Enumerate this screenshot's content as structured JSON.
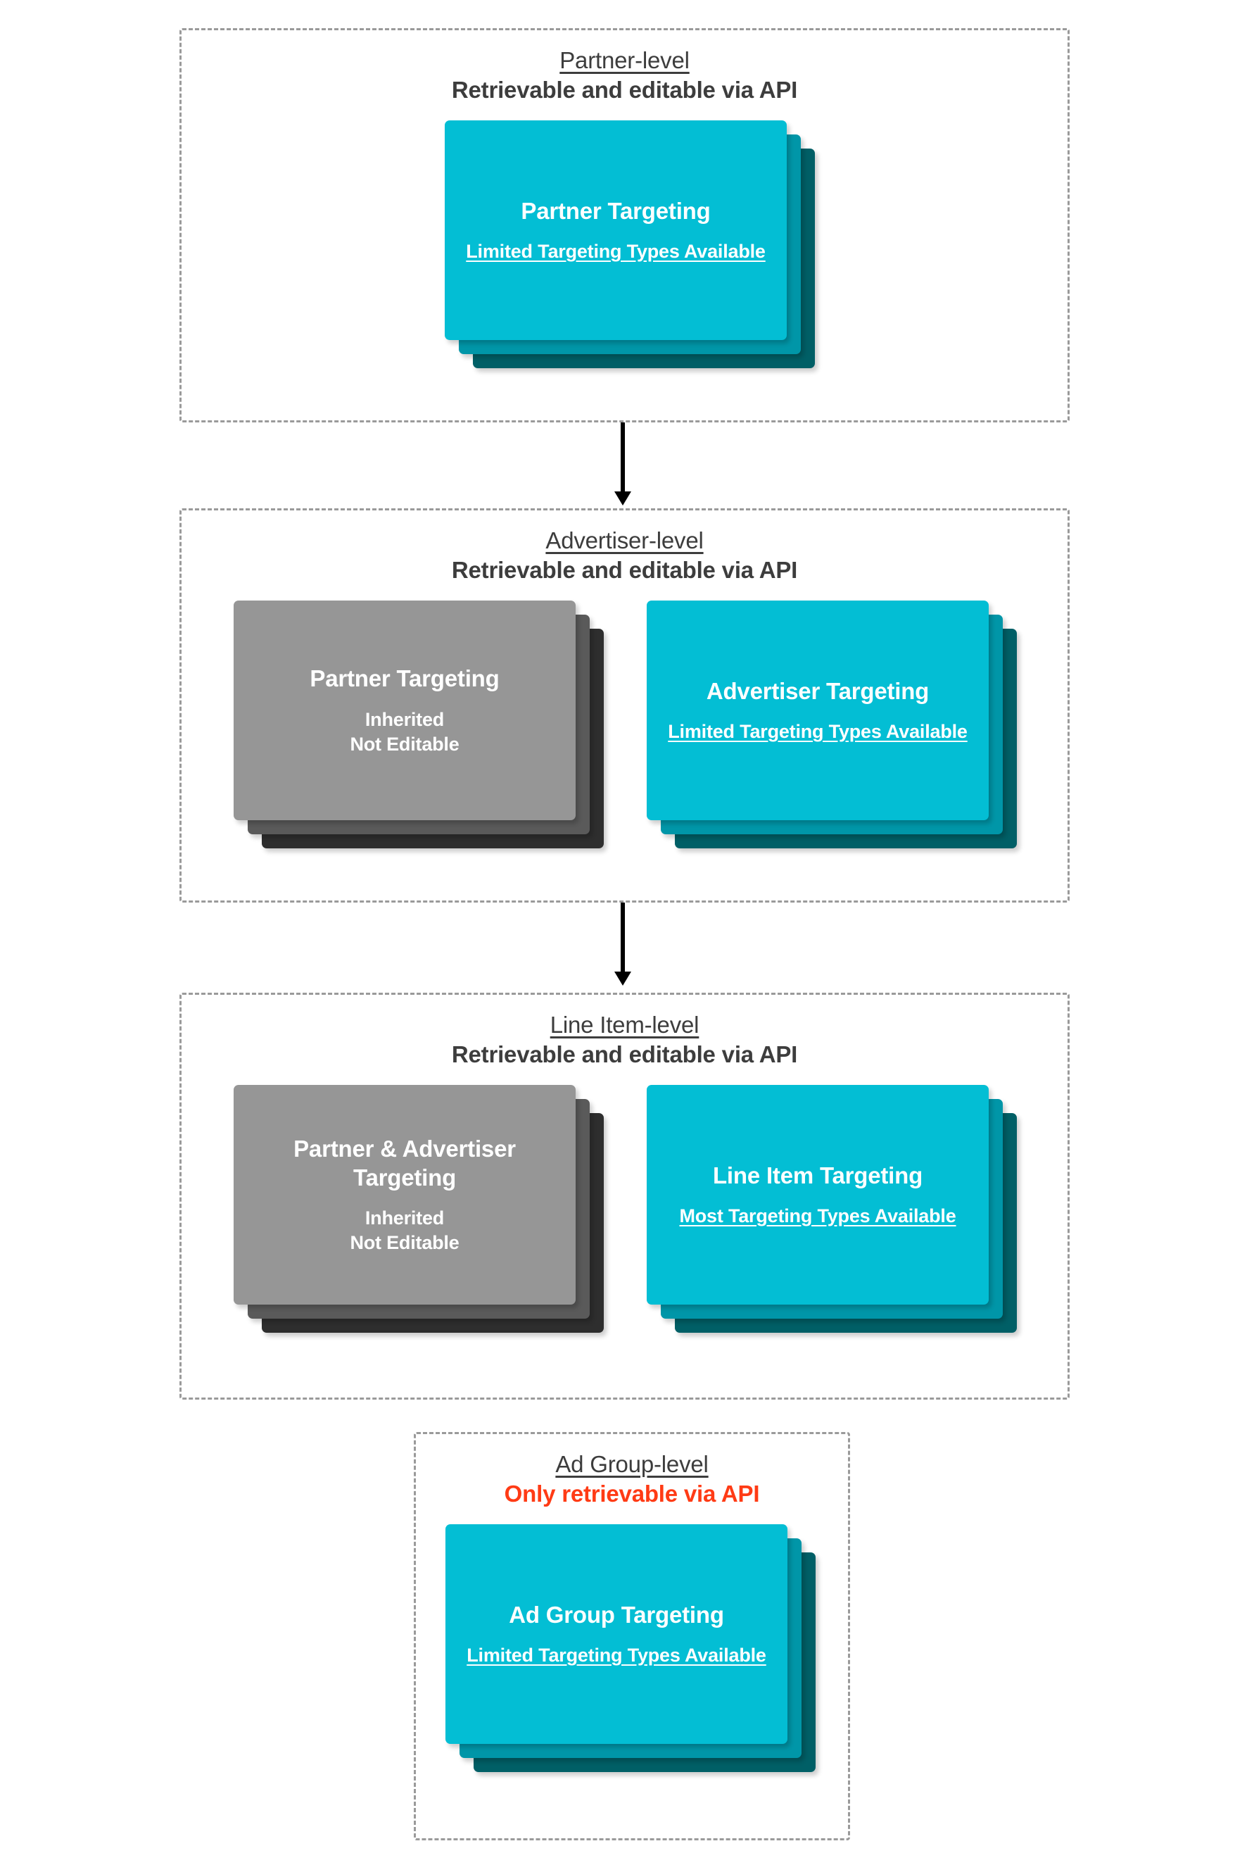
{
  "diagram": {
    "title_text_color": "#3d3d3d",
    "accent_cyan": "#03bed4",
    "accent_cyan_mid": "#0096a8",
    "accent_cyan_dark": "#005f66",
    "inherited_gray": "#969696",
    "inherited_gray_mid": "#5a5a5a",
    "inherited_gray_dark": "#2e2e2e",
    "alert_red": "#ff3b15",
    "panel_border": "#9a9a9a"
  },
  "levels": [
    {
      "id": "partner",
      "title": "Partner-level",
      "subtitle": "Retrievable and editable via API",
      "subtitle_alert": false,
      "cards": [
        {
          "id": "partner-targeting",
          "theme": "cyan",
          "title": "Partner Targeting",
          "sub": "Limited Targeting Types Available",
          "sub_underlined": true
        }
      ]
    },
    {
      "id": "advertiser",
      "title": "Advertiser-level",
      "subtitle": "Retrievable and editable via API",
      "subtitle_alert": false,
      "cards": [
        {
          "id": "partner-targeting-inherited",
          "theme": "gray",
          "title": "Partner Targeting",
          "sub": "Inherited\nNot Editable",
          "sub_underlined": false
        },
        {
          "id": "advertiser-targeting",
          "theme": "cyan",
          "title": "Advertiser Targeting",
          "sub": "Limited Targeting Types Available",
          "sub_underlined": true
        }
      ]
    },
    {
      "id": "line-item",
      "title": "Line Item-level",
      "subtitle": "Retrievable and editable via API",
      "subtitle_alert": false,
      "cards": [
        {
          "id": "partner-advertiser-targeting-inherited",
          "theme": "gray",
          "title": "Partner & Advertiser Targeting",
          "sub": "Inherited\nNot Editable",
          "sub_underlined": false
        },
        {
          "id": "line-item-targeting",
          "theme": "cyan",
          "title": "Line Item Targeting",
          "sub": "Most Targeting Types Available",
          "sub_underlined": true
        }
      ]
    },
    {
      "id": "ad-group",
      "title": "Ad Group-level",
      "subtitle": "Only retrievable via API",
      "subtitle_alert": true,
      "cards": [
        {
          "id": "ad-group-targeting",
          "theme": "cyan",
          "title": "Ad Group Targeting",
          "sub": "Limited Targeting Types Available",
          "sub_underlined": true
        }
      ]
    }
  ],
  "connectors": [
    {
      "id": "partner-to-advertiser",
      "from": "partner",
      "to": "advertiser"
    },
    {
      "id": "advertiser-to-line-item",
      "from": "advertiser",
      "to": "line-item"
    }
  ]
}
